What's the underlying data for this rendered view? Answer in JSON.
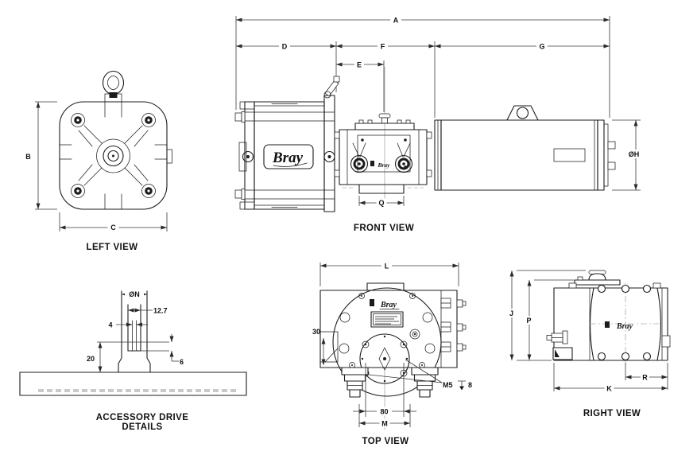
{
  "brand": "Bray",
  "views": {
    "left": {
      "title": "LEFT VIEW",
      "dim_b": "B",
      "dim_c": "C"
    },
    "front": {
      "title": "FRONT VIEW",
      "dim_a": "A",
      "dim_d": "D",
      "dim_e": "E",
      "dim_f": "F",
      "dim_g": "G",
      "dim_h": "ØH",
      "dim_q": "Q"
    },
    "accessory": {
      "title_line1": "ACCESSORY DRIVE",
      "title_line2": "DETAILS",
      "dim_n": "ØN",
      "dim_slot_width": "12.7",
      "dim_slot_thickness": "4",
      "dim_height": "20",
      "dim_step": "6"
    },
    "top": {
      "title": "TOP VIEW",
      "dim_l": "L",
      "dim_m": "M",
      "dim_tab": "30",
      "dim_bolt_spacing": "80",
      "thread_callout": "M5",
      "thread_depth": "8"
    },
    "right": {
      "title": "RIGHT VIEW",
      "dim_j": "J",
      "dim_k": "K",
      "dim_p": "P",
      "dim_r": "R"
    }
  }
}
